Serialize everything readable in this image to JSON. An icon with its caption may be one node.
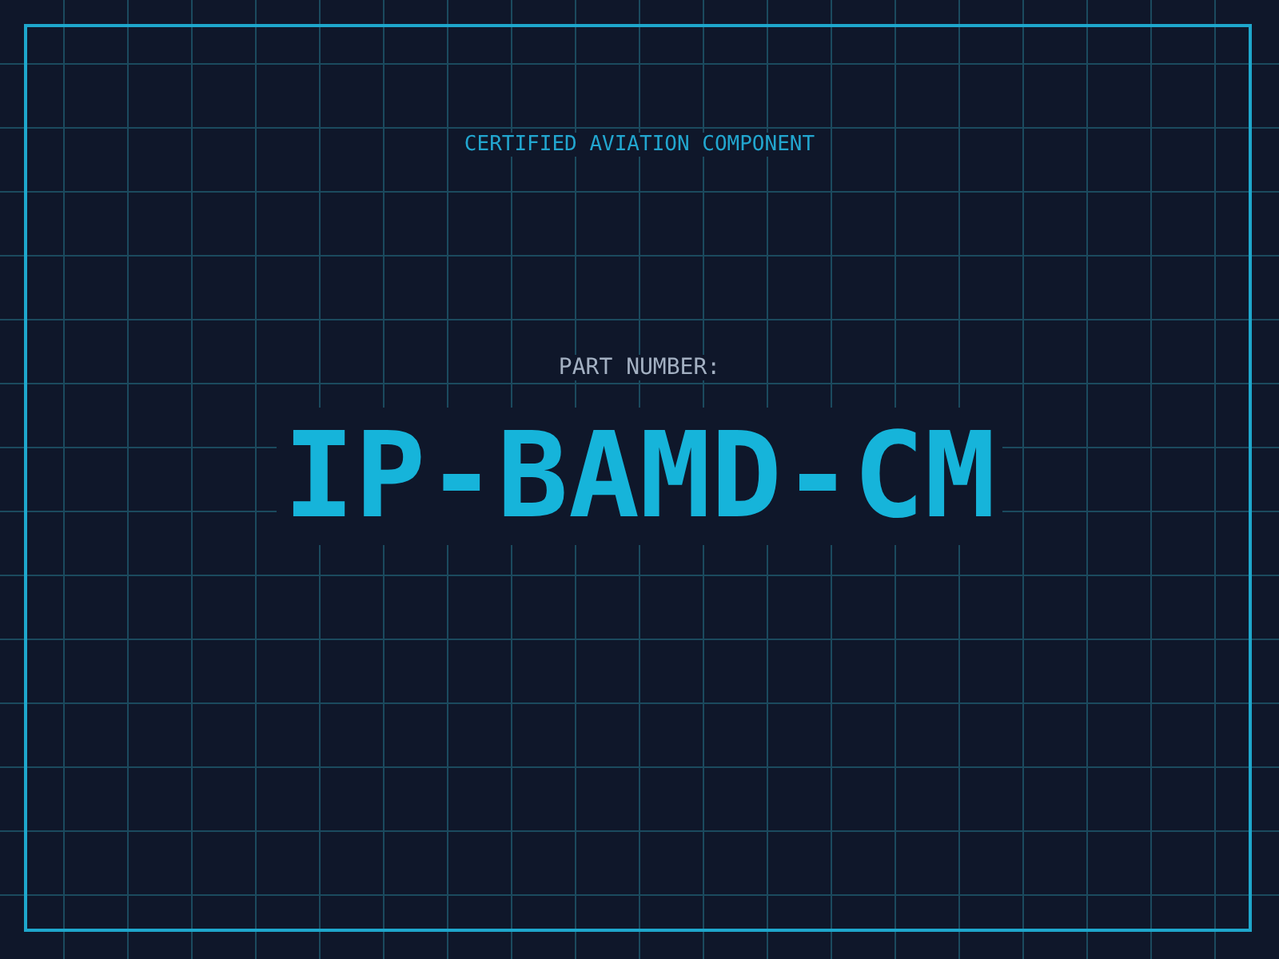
{
  "diagram": {
    "labels": [
      "CERTIFIED AVIATION COMPONENT",
      "PART NUMBER:",
      "IP-BAMD-CM"
    ]
  }
}
